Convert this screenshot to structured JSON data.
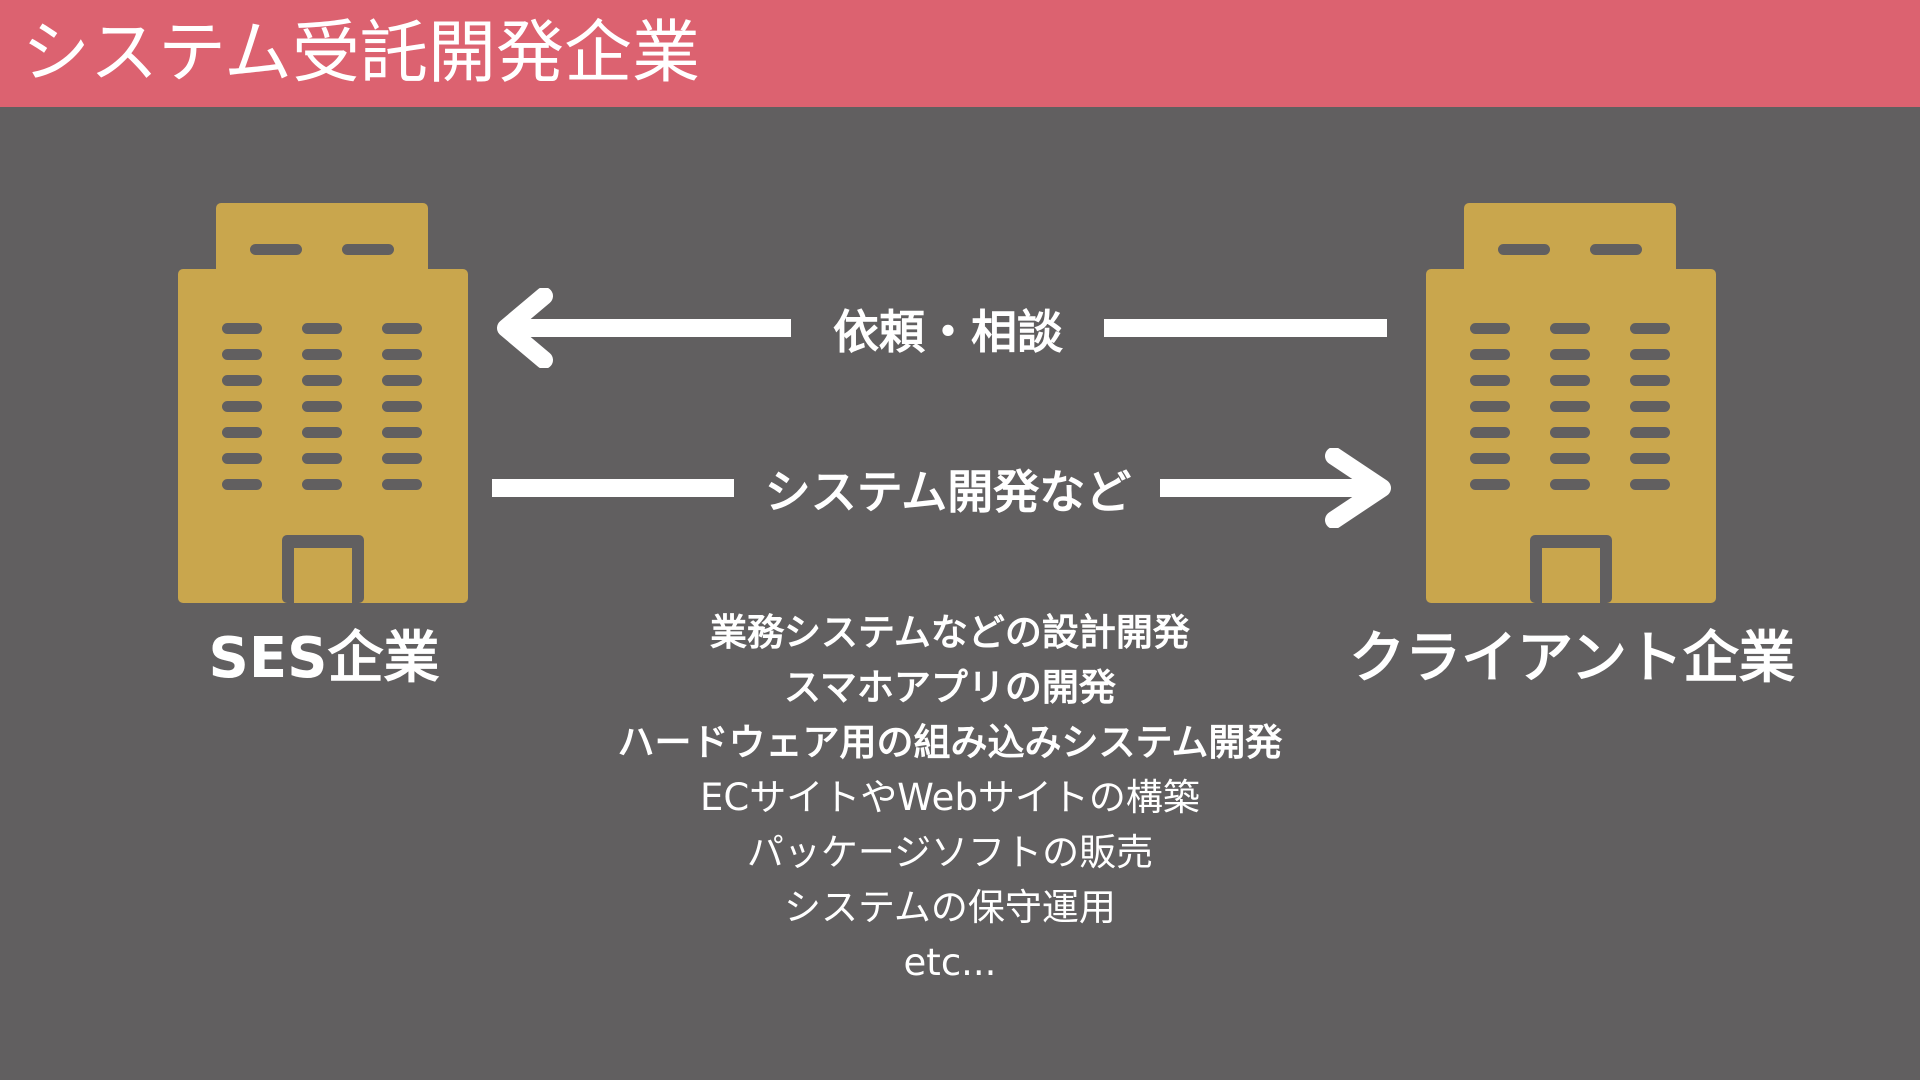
{
  "header": {
    "title": "システム受託開発企業"
  },
  "left_company": {
    "label": "SES企業",
    "icon": "office-building-icon"
  },
  "right_company": {
    "label": "クライアント企業",
    "icon": "office-building-icon"
  },
  "arrows": {
    "request_label": "依頼・相談",
    "delivery_label": "システム開発など"
  },
  "services": [
    {
      "text": "業務システムなどの設計開発",
      "bold": true
    },
    {
      "text": "スマホアプリの開発",
      "bold": true
    },
    {
      "text": "ハードウェア用の組み込みシステム開発",
      "bold": true
    },
    {
      "text": "ECサイトやWebサイトの構築",
      "bold": false
    },
    {
      "text": "パッケージソフトの販売",
      "bold": false
    },
    {
      "text": "システムの保守運用",
      "bold": false
    },
    {
      "text": "etc...",
      "bold": false
    }
  ],
  "colors": {
    "background": "#615f60",
    "title_bar": "#dc6270",
    "building": "#c9a64d",
    "text": "#ffffff"
  }
}
